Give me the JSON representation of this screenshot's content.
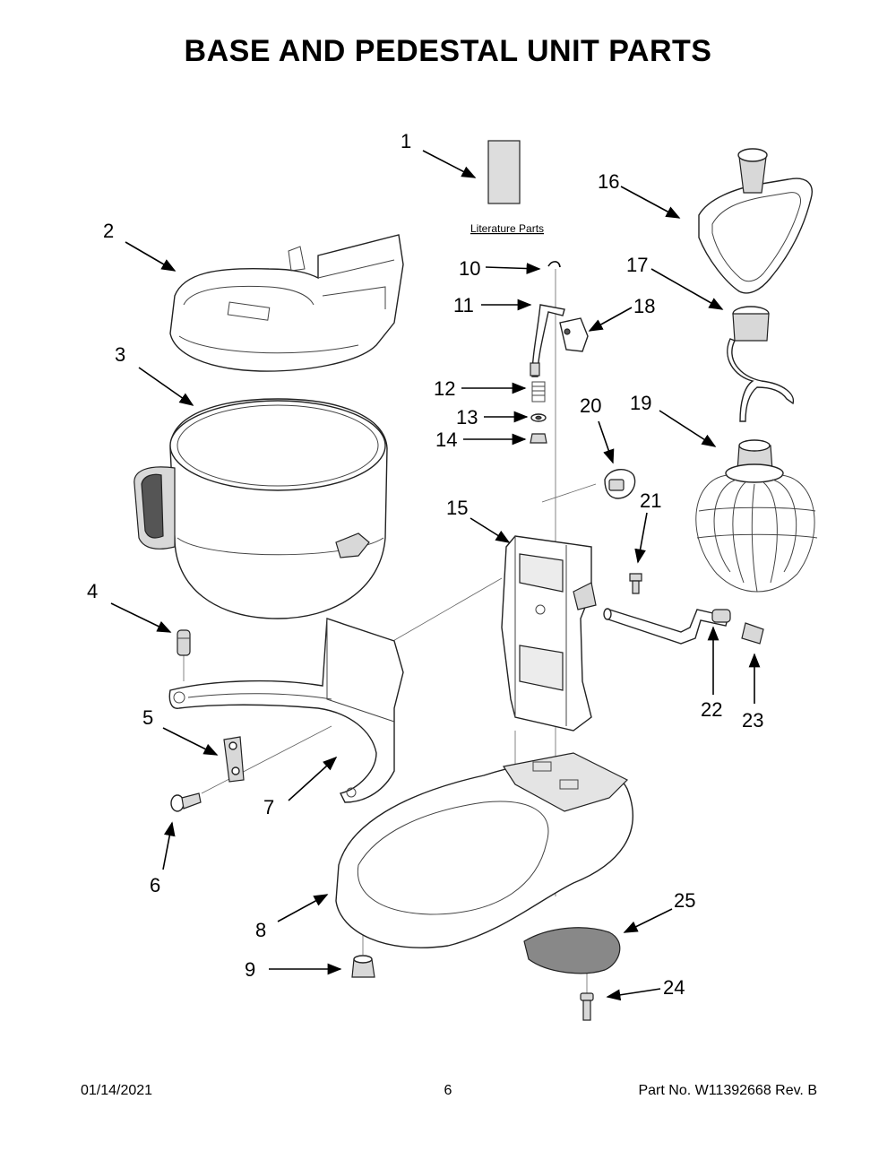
{
  "title": "BASE AND PEDESTAL UNIT PARTS",
  "literature_label": "Literature Parts",
  "callouts": {
    "c1": "1",
    "c2": "2",
    "c3": "3",
    "c4": "4",
    "c5": "5",
    "c6": "6",
    "c7": "7",
    "c8": "8",
    "c9": "9",
    "c10": "10",
    "c11": "11",
    "c12": "12",
    "c13": "13",
    "c14": "14",
    "c15": "15",
    "c16": "16",
    "c17": "17",
    "c18": "18",
    "c19": "19",
    "c20": "20",
    "c21": "21",
    "c22": "22",
    "c23": "23",
    "c24": "24",
    "c25": "25"
  },
  "footer": {
    "date": "01/14/2021",
    "page": "6",
    "part_no": "Part No.  W11392668  Rev.  B"
  }
}
